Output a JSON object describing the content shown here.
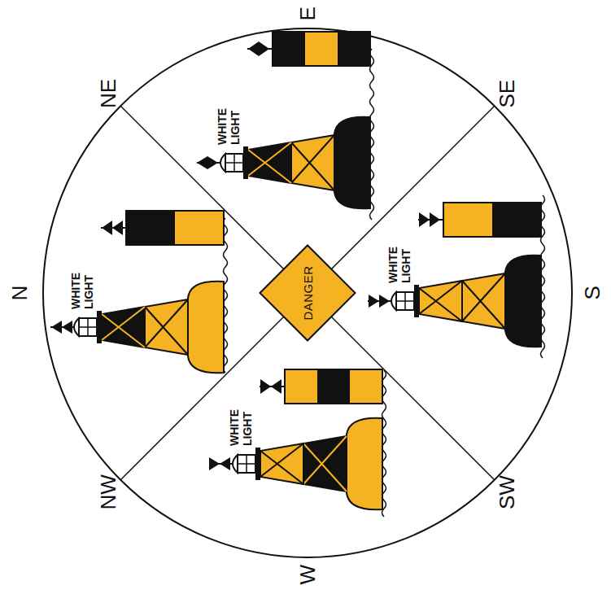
{
  "diagram": {
    "nodes": [
      {
        "text": [
          "DANGER"
        ]
      }
    ],
    "labels": [
      "N",
      "NE",
      "E",
      "SE",
      "S",
      "SW",
      "W",
      "NW",
      "WHITE LIGHT",
      "WHITE LIGHT",
      "WHITE LIGHT",
      "WHITE LIGHT"
    ]
  }
}
